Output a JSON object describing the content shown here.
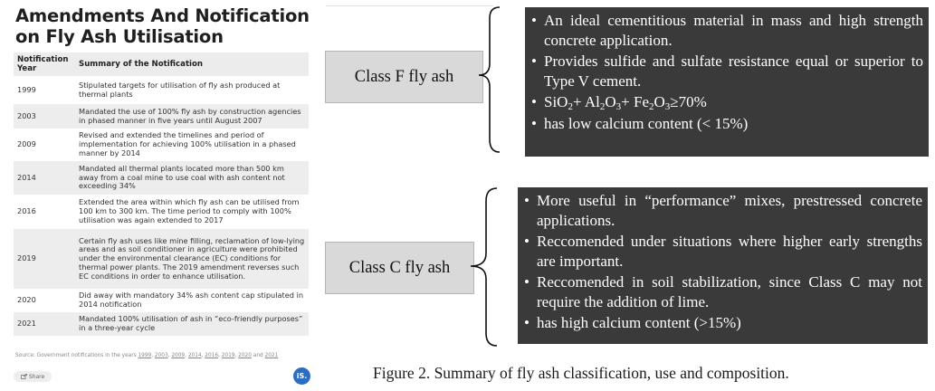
{
  "infographic": {
    "title": "Amendments And Notification on Fly Ash Utilisation",
    "columns": [
      "Notification Year",
      "Summary of the Notification"
    ],
    "rows": [
      {
        "year": "1999",
        "summary": "Stipulated targets for utilisation of fly ash produced at thermal plants"
      },
      {
        "year": "2003",
        "summary": "Mandated the use of 100% fly ash by construction agencies in phased manner in five years until August 2007"
      },
      {
        "year": "2009",
        "summary": "Revised and extended the timelines and period of implementation for achieving 100% utilisation in a phased manner by 2014"
      },
      {
        "year": "2014",
        "summary": "Mandated all thermal plants located more than 500 km away from a coal mine to use coal with ash content not exceeding 34%"
      },
      {
        "year": "2016",
        "summary": "Extended the area within which fly ash can be utilised from 100 km to 300 km. The time period to comply with 100% utilisation was again extended to 2017"
      },
      {
        "year": "2019",
        "summary": "Certain fly ash uses like mine filling, reclamation of low-lying areas and as soil conditioner in agriculture were prohibited under the environmental clearance (EC) conditions for thermal power plants. The 2019 amendment reverses such EC conditions in order to enhance utilisation."
      },
      {
        "year": "2020",
        "summary": "Did away with mandatory 34% ash content cap stipulated in 2014 notification"
      },
      {
        "year": "2021",
        "summary": "Mandated 100% utilisation of ash in “eco-friendly purposes” in a three-year cycle"
      }
    ],
    "source_prefix": "Source: Government notifications in the years",
    "source_years": [
      "1999",
      "2003",
      "2009",
      "2014",
      "2016",
      "2019",
      "2020",
      "2021"
    ],
    "source_and": "and",
    "share_label": "Share",
    "logo_text": "iS."
  },
  "classF": {
    "label": "Class F fly ash",
    "bullets": [
      "An ideal cementitious material in mass and high strength concrete application.",
      "Provides sulfide and sulfate resistance equal or superior to Type V cement.",
      "SiO₂+ Al₂O₃+ Fe₂O₃≥70%",
      "has low calcium content (< 15%)"
    ]
  },
  "classC": {
    "label": "Class C  fly ash",
    "bullets": [
      "More useful in “performance” mixes, prestressed concrete applications.",
      "Reccomended under situations where higher early strengths are important.",
      "Reccomended in soil stabilization, since Class C may not require the addition of lime.",
      "has high calcium content (>15%)"
    ]
  },
  "caption": "Figure 2. Summary of fly ash classification, use and composition."
}
